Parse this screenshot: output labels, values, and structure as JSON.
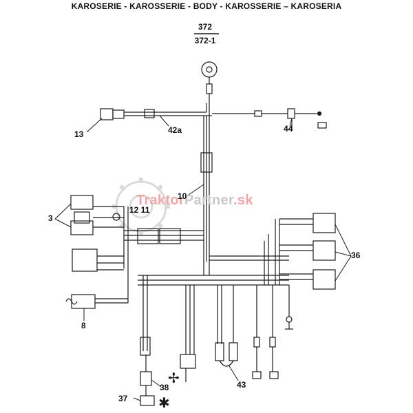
{
  "title": "KAROSERIE - KAROSSERIE - BODY - KAROSSERIE – KAROSERIA",
  "page_ref": {
    "top": "372",
    "bottom": "372-1"
  },
  "callouts": {
    "c13": "13",
    "c42a": "42a",
    "c44": "44",
    "c10": "10",
    "c12_11": "12 11",
    "c3": "3",
    "c36": "36",
    "c8": "8",
    "c38": "38",
    "c43": "43",
    "c37": "37"
  },
  "watermark": {
    "part1": "Traktor",
    "part2": "Partner",
    "part3": ".sk"
  },
  "colors": {
    "ink": "#1a1a1a",
    "watermark_red": "#f1a7a7",
    "watermark_grey": "#c8c8c8"
  },
  "symbols": {
    "fan": "fan-symbol",
    "star": "snowflake-asterisk"
  }
}
